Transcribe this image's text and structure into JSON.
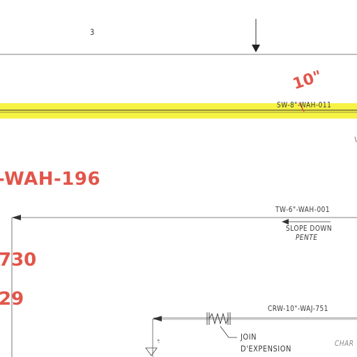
{
  "drawing": {
    "top_mark": "3",
    "pipe_labels": {
      "sw": "SW-8\"-WAH-011",
      "tw": "TW-6\"-WAH-001",
      "crw": "CRW-10\"-WAJ-751"
    },
    "slope_text": "SLOPE DOWN",
    "slope_text_fr": "PENTE",
    "joint_text": "JOIN",
    "joint_text_2": "D'EXPENSION",
    "edge_text": "CHAR",
    "side_text": "°′"
  },
  "markups": {
    "red_size": "10\"",
    "red_line_a": "-WAH-196",
    "red_line_b": "730",
    "red_line_c": "29"
  },
  "colors": {
    "highlight": "#f7f23a",
    "markup": "#e2554a",
    "ink": "#2f2f2f"
  }
}
